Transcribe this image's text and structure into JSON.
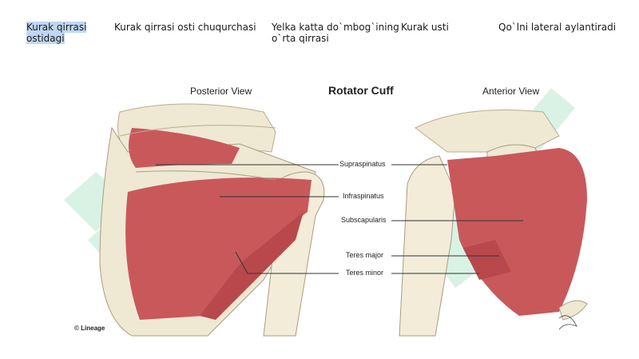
{
  "header_row": [
    {
      "text": "Kurak qirrasi ostidagi",
      "selected": true
    },
    {
      "text": "Kurak qirrasi osti chuqurchasi",
      "selected": false
    },
    {
      "text": "Yelka katta do`mbog`ining o`rta qirrasi",
      "selected": false
    },
    {
      "text": "Kurak usti",
      "selected": false
    },
    {
      "text": "Qo`lni lateral aylantiradi",
      "selected": false
    }
  ],
  "figure": {
    "title": "Rotator Cuff",
    "posterior_label": "Posterior View",
    "anterior_label": "Anterior View",
    "muscles": [
      "Supraspinatus",
      "Infraspinatus",
      "Subscapularis",
      "Teres major",
      "Teres minor"
    ],
    "copyright": "© Lineage",
    "colors": {
      "muscle": "#c9585b",
      "bone": "#efe8d2",
      "watermark": "#b9e8cf",
      "selection": "#bfd7f2"
    }
  }
}
